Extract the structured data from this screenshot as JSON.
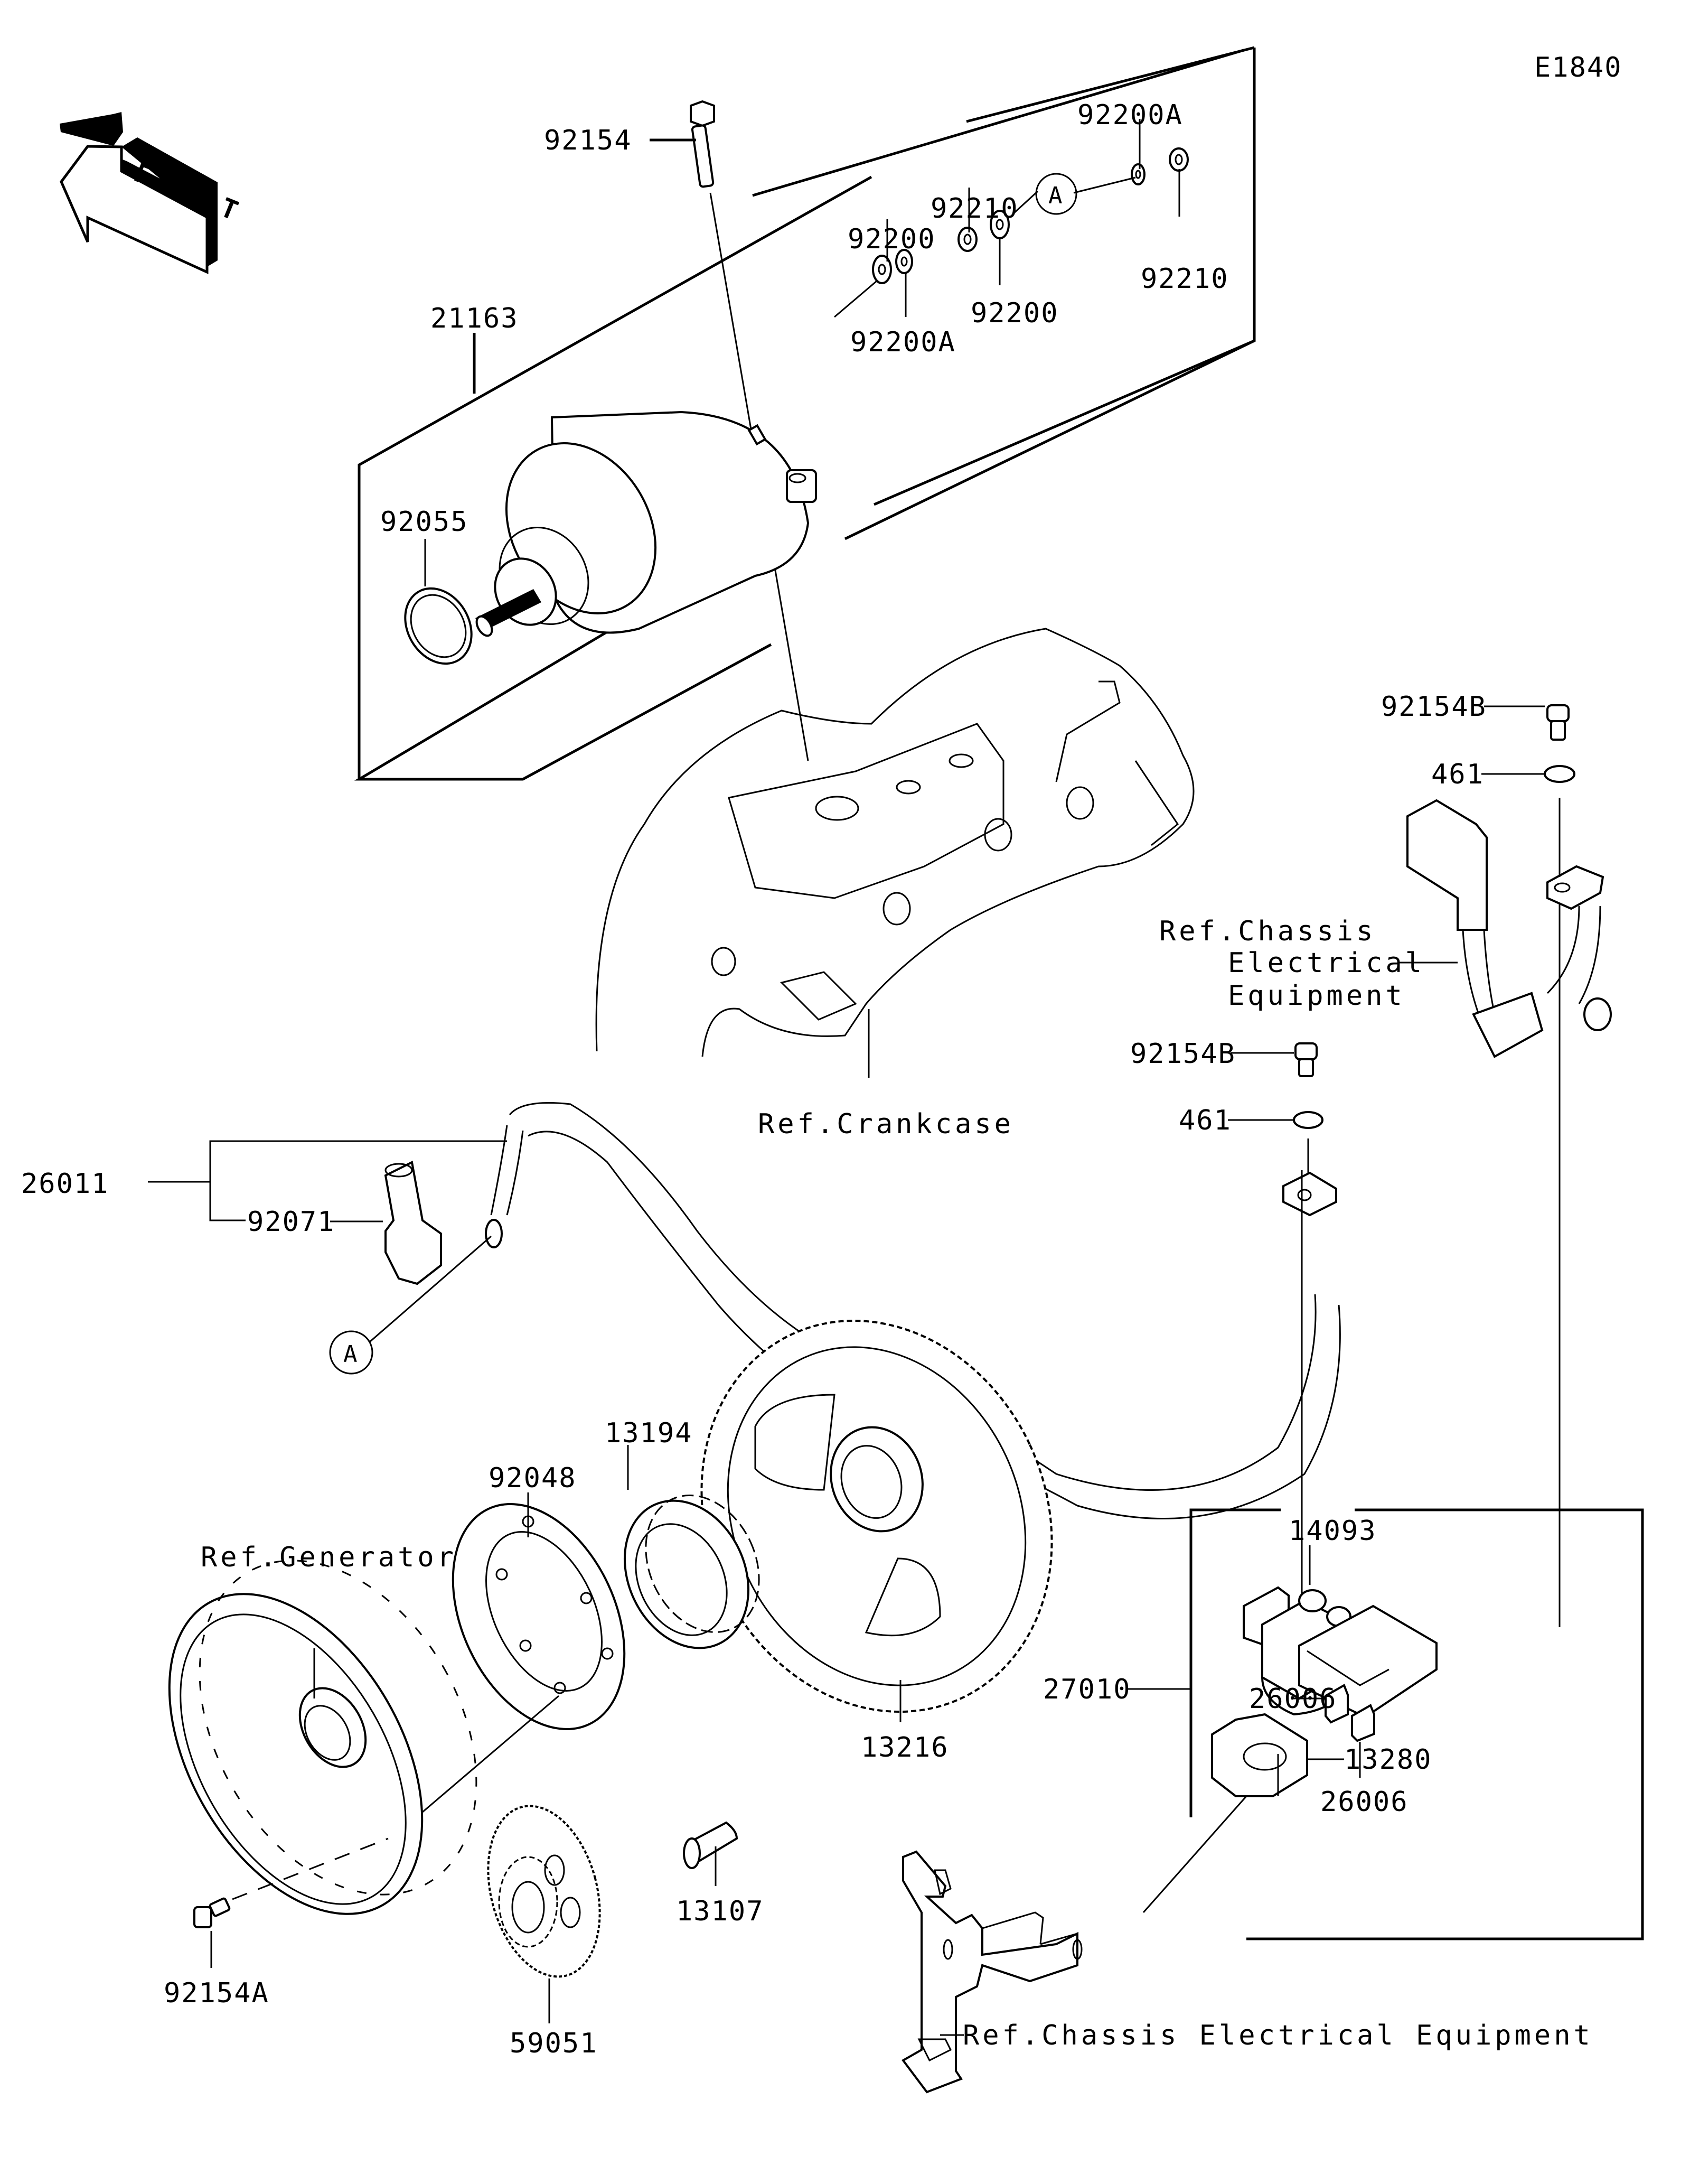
{
  "diagram": {
    "code": "E1840",
    "direction_indicator": "FRONT",
    "part_labels": [
      {
        "id": "p-92154",
        "text": "92154"
      },
      {
        "id": "p-92200A-top",
        "text": "92200A"
      },
      {
        "id": "p-92210-top",
        "text": "92210"
      },
      {
        "id": "p-92200-top",
        "text": "92200"
      },
      {
        "id": "p-92210-right",
        "text": "92210"
      },
      {
        "id": "p-21163",
        "text": "21163"
      },
      {
        "id": "p-92200A-bot",
        "text": "92200A"
      },
      {
        "id": "p-92200-bot",
        "text": "92200"
      },
      {
        "id": "p-92055",
        "text": "92055"
      },
      {
        "id": "p-92154B-top",
        "text": "92154B"
      },
      {
        "id": "p-461-top",
        "text": "461"
      },
      {
        "id": "p-92154B-mid",
        "text": "92154B"
      },
      {
        "id": "p-461-mid",
        "text": "461"
      },
      {
        "id": "p-26011",
        "text": "26011"
      },
      {
        "id": "p-92071",
        "text": "92071"
      },
      {
        "id": "p-13194",
        "text": "13194"
      },
      {
        "id": "p-92048",
        "text": "92048"
      },
      {
        "id": "p-13216",
        "text": "13216"
      },
      {
        "id": "p-14093",
        "text": "14093"
      },
      {
        "id": "p-27010",
        "text": "27010"
      },
      {
        "id": "p-26006-a",
        "text": "26006"
      },
      {
        "id": "p-13280",
        "text": "13280"
      },
      {
        "id": "p-26006-b",
        "text": "26006"
      },
      {
        "id": "p-13107",
        "text": "13107"
      },
      {
        "id": "p-92154A",
        "text": "92154A"
      },
      {
        "id": "p-59051",
        "text": "59051"
      }
    ],
    "reference_labels": {
      "crankcase": "Ref.Crankcase",
      "chassis_upper": [
        "Ref.Chassis",
        "Electrical",
        "Equipment"
      ],
      "generator": "Ref.Generator",
      "chassis_lower": "Ref.Chassis Electrical Equipment"
    },
    "callout_markers": [
      "A",
      "A"
    ]
  }
}
